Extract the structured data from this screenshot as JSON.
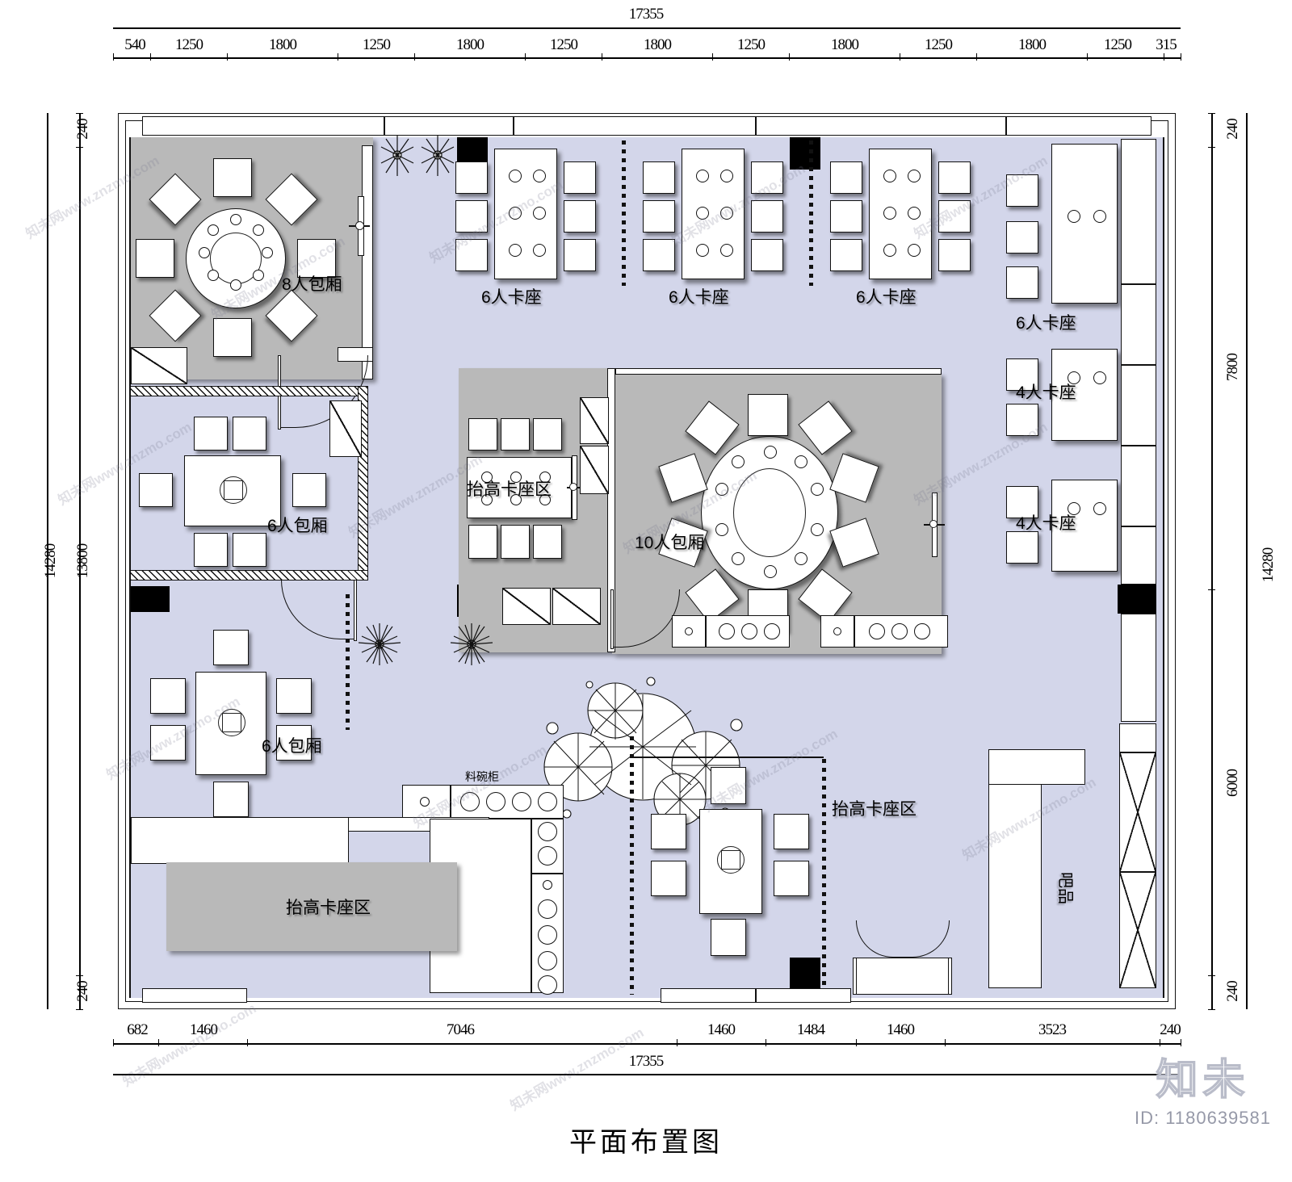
{
  "drawing": {
    "title": "平面布置图",
    "watermark_logo": "知未",
    "watermark_id": "ID: 1180639581",
    "watermark_text": "知未网www.znzmo.com",
    "colors": {
      "floor": "#d3d6ea",
      "room_fill": "#b9b9b9",
      "wall": "#111111",
      "column": "#000000",
      "furniture": "#ffffff"
    }
  },
  "dimensions": {
    "top_total": "17355",
    "bottom_total": "17355",
    "left_total": "14280",
    "right_total": "14280",
    "top_chain": [
      "540",
      "1250",
      "1800",
      "1250",
      "1800",
      "1250",
      "1800",
      "1250",
      "1800",
      "1250",
      "1800",
      "1250",
      "315"
    ],
    "bottom_chain": [
      "682",
      "1460",
      "7046",
      "1460",
      "1484",
      "1460",
      "3523",
      "240"
    ],
    "left_chain": [
      "240",
      "13800",
      "240"
    ],
    "right_chain": [
      "240",
      "7800",
      "6000",
      "240"
    ]
  },
  "labels": {
    "room_8p": "8人包厢",
    "room_10p": "10人包厢",
    "room_6p_upper": "6人包厢",
    "room_6p_lower": "6人包厢",
    "booth_6p_1": "6人卡座",
    "booth_6p_2": "6人卡座",
    "booth_6p_3": "6人卡座",
    "booth_6p_right": "6人卡座",
    "booth_4p_1": "4人卡座",
    "booth_4p_2": "4人卡座",
    "raised_center": "抬高卡座区",
    "raised_bottom_left": "抬高卡座区",
    "raised_bottom_right": "抬高卡座区",
    "cabinet": "料碗柜",
    "bar": "吧品"
  },
  "plan_contents": {
    "private_rooms": [
      {
        "name": "8人包厢",
        "seats": 8,
        "table": "round"
      },
      {
        "name": "10人包厢",
        "seats": 10,
        "table": "round"
      },
      {
        "name": "6人包厢",
        "seats": 6,
        "table": "rectangular"
      },
      {
        "name": "6人包厢",
        "seats": 6,
        "table": "rectangular"
      }
    ],
    "booths": [
      {
        "name": "6人卡座",
        "seats": 6,
        "count": 4
      },
      {
        "name": "4人卡座",
        "seats": 4,
        "count": 2
      }
    ],
    "raised_areas": [
      {
        "name": "抬高卡座区",
        "location": "center"
      },
      {
        "name": "抬高卡座区",
        "location": "bottom-left"
      },
      {
        "name": "抬高卡座区",
        "location": "bottom-right"
      }
    ],
    "service": [
      {
        "name": "料碗柜"
      },
      {
        "name": "吧品"
      }
    ]
  }
}
